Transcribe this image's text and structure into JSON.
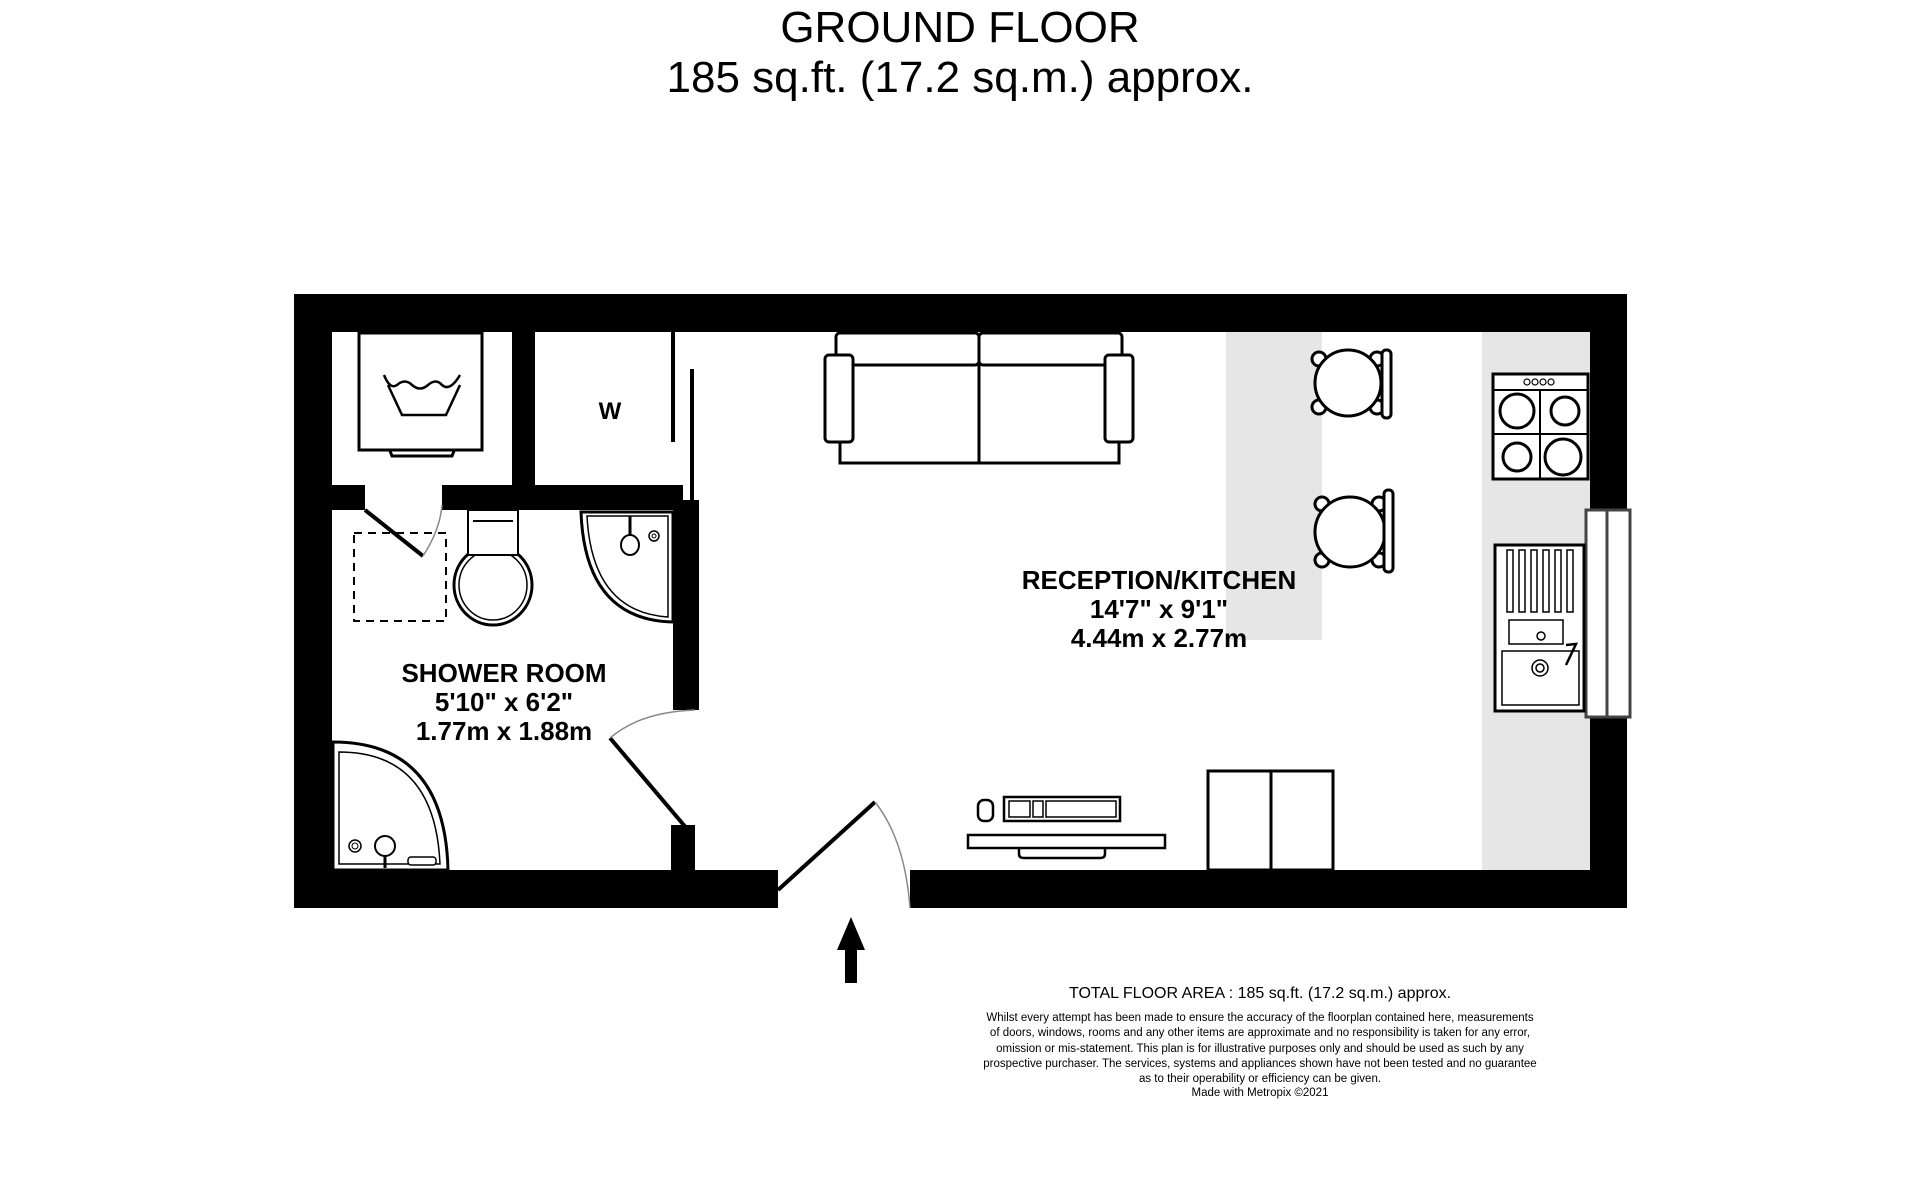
{
  "header": {
    "floor_name": "GROUND FLOOR",
    "floor_area": "185 sq.ft. (17.2 sq.m.) approx."
  },
  "rooms": [
    {
      "name": "SHOWER ROOM",
      "dims_imperial": "5'10\"  x 6'2\"",
      "dims_metric": "1.77m  x 1.88m"
    },
    {
      "name": "RECEPTION/KITCHEN",
      "dims_imperial": "14'7\"  x 9'1\"",
      "dims_metric": "4.44m  x 2.77m"
    }
  ],
  "fixtures": {
    "wardrobe_label": "W"
  },
  "footer": {
    "total_area": "TOTAL FLOOR AREA : 185 sq.ft. (17.2 sq.m.) approx.",
    "disclaimer_lines": [
      "Whilst every attempt has been made to ensure the accuracy of the floorplan contained here, measurements",
      "of doors, windows, rooms and any other items are approximate and no responsibility is taken for any error,",
      "omission or mis-statement. This plan is for illustrative purposes only and should be used as such by any",
      "prospective purchaser. The services, systems and appliances shown have not been tested and no guarantee",
      "as to their operability or efficiency can be given."
    ],
    "made_with": "Made with Metropix ©2021"
  },
  "colors": {
    "wall": "#000000",
    "counter": "#e6e6e6",
    "background": "#ffffff"
  }
}
